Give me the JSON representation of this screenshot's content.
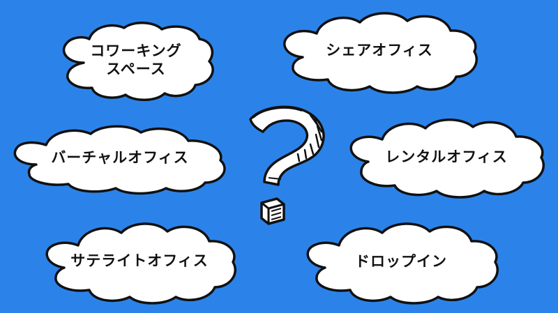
{
  "background_color": "#2b83ea",
  "cloud_fill": "#ffffff",
  "cloud_outline": "#111111",
  "clouds": [
    {
      "label": "コワーキング\nスペース"
    },
    {
      "label": "シェアオフィス"
    },
    {
      "label": "バーチャルオフィス"
    },
    {
      "label": "レンタルオフィス"
    },
    {
      "label": "サテライトオフィス"
    },
    {
      "label": "ドロップイン"
    }
  ],
  "center_icon": "question-mark-icon"
}
